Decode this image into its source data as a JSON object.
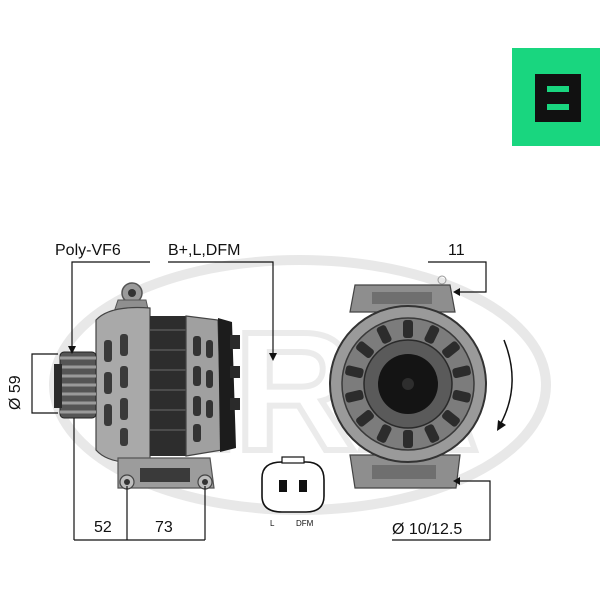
{
  "brand_badge": {
    "icon": "era-e-icon",
    "color": "#19d67f"
  },
  "watermark": {
    "text": "ERA",
    "color": "#e6e6e6"
  },
  "labels": {
    "belt": "Poly-VF6",
    "terminals": "B+,L,DFM",
    "bolt": "11",
    "diameter": "Ø 59",
    "width_left": "52",
    "width_right": "73",
    "bore": "Ø 10/12.5"
  },
  "connector": {
    "pin_left": "L",
    "pin_right": "DFM"
  },
  "colors": {
    "metal_dark": "#3a3a3a",
    "metal_mid": "#8a8a8a",
    "metal_light": "#c4c4c4"
  }
}
